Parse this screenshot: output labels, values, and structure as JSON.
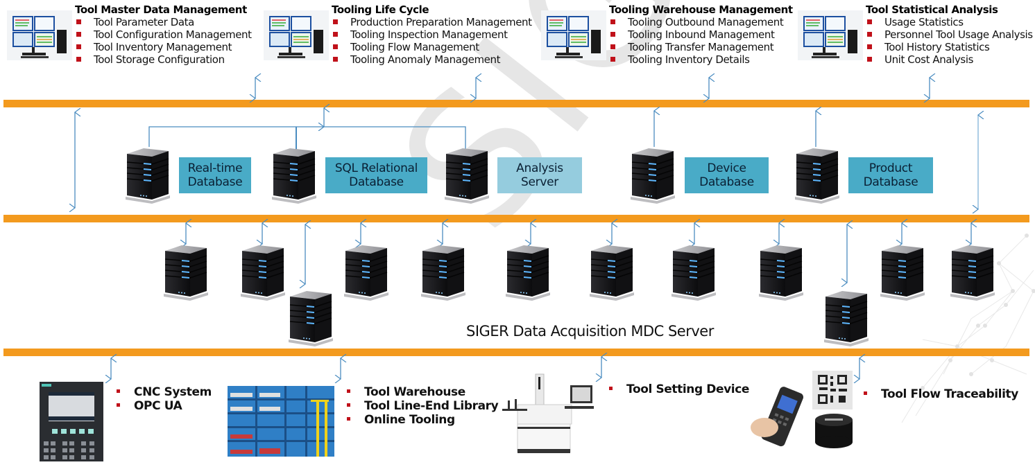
{
  "watermark": "SIGER",
  "modules": [
    {
      "title": "Tool Master Data Management",
      "items": [
        "Tool Parameter Data",
        "Tool Configuration Management",
        "Tool Inventory Management",
        "Tool Storage Configuration"
      ]
    },
    {
      "title": "Tooling Life Cycle",
      "items": [
        "Production Preparation Management",
        "Tooling Inspection Management",
        "Tooling Flow Management",
        "Tooling Anomaly Management"
      ]
    },
    {
      "title": "Tooling Warehouse Management",
      "items": [
        "Tooling Outbound Management",
        "Tooling Inbound Management",
        "Tooling Transfer Management",
        "Tooling Inventory Details"
      ]
    },
    {
      "title": "Tool Statistical Analysis",
      "items": [
        "Usage Statistics",
        "Personnel Tool Usage Analysis",
        "Tool History Statistics",
        "Unit Cost Analysis"
      ]
    }
  ],
  "databases": [
    {
      "line1": "Real-time",
      "line2": "Database"
    },
    {
      "line1": "SQL Relational",
      "line2": "Database"
    },
    {
      "line1": "Analysis",
      "line2": "Server"
    },
    {
      "line1": "Device",
      "line2": "Database"
    },
    {
      "line1": "Product",
      "line2": "Database"
    }
  ],
  "mdc_label": "SIGER Data Acquisition MDC Server",
  "devices": [
    {
      "name": "cnc",
      "items": [
        "CNC System",
        "OPC UA"
      ]
    },
    {
      "name": "warehouse",
      "items": [
        "Tool Warehouse",
        "Tool Line-End Library",
        "Online Tooling"
      ]
    },
    {
      "name": "setting",
      "items": [
        "Tool Setting Device"
      ]
    },
    {
      "name": "trace",
      "items": [
        "Tool Flow Traceability"
      ]
    }
  ],
  "colors": {
    "bus": "#F39A1E",
    "db_box": "#49ABC7",
    "db_box_light": "#95CCDE",
    "arrow": "#4A8CC0",
    "bullet": "#C0111A"
  }
}
